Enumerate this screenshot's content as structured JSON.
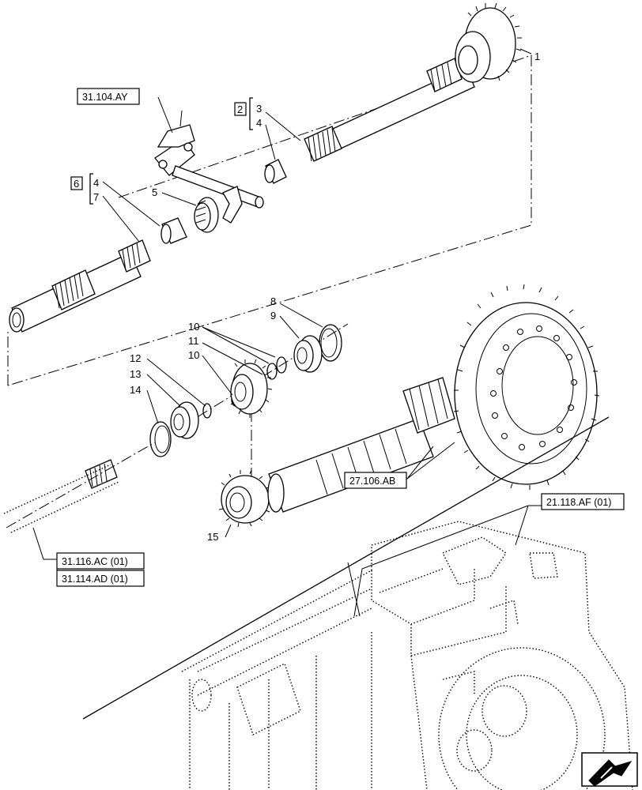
{
  "callouts": [
    "1",
    "2",
    "3",
    "4",
    "5",
    "6",
    "4",
    "7",
    "8",
    "9",
    "10",
    "11",
    "10",
    "12",
    "13",
    "14",
    "15"
  ],
  "references": {
    "r1": "31.104.AY",
    "r2": "27.106.AB",
    "r3": "21.118.AF (01)",
    "r4": "31.116.AC (01)",
    "r5": "31.114.AD (01)"
  },
  "nav": {
    "icon": "next-page-arrow-icon"
  }
}
